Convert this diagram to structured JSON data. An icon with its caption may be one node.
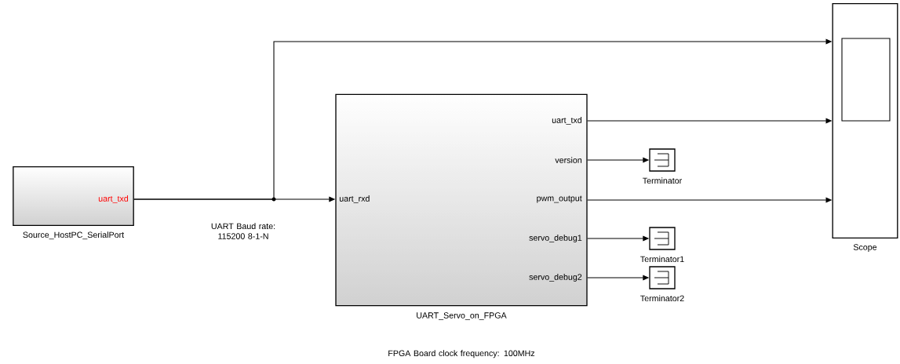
{
  "diagram": {
    "nodes": [
      {
        "text": [
          "uart_txd",
          "Source_HostPC_SerialPort"
        ]
      },
      {
        "text": [
          "uart_rxd",
          "uart_txd",
          "version",
          "pwm_output",
          "servo_debug1",
          "servo_debug2",
          "UART_Servo_on_FPGA"
        ]
      },
      {
        "text": [
          "Terminator"
        ]
      },
      {
        "text": [
          "Terminator1"
        ]
      },
      {
        "text": [
          "Terminator2"
        ]
      },
      {
        "text": [
          "Scope"
        ]
      }
    ],
    "edges": [
      {
        "from": 0,
        "to": 1,
        "arrow": "to"
      },
      {
        "from": 0,
        "to": 5,
        "arrow": "to"
      },
      {
        "from": 1,
        "to": 5,
        "arrow": "to"
      },
      {
        "from": 1,
        "to": 2,
        "arrow": "to"
      },
      {
        "from": 1,
        "to": 5,
        "arrow": "to"
      },
      {
        "from": 1,
        "to": 3,
        "arrow": "to"
      },
      {
        "from": 1,
        "to": 4,
        "arrow": "to"
      }
    ],
    "labels": [
      "UART Baud rate: 115200 8-1-N",
      "FPGA Board clock frequency: 100MHz"
    ]
  }
}
